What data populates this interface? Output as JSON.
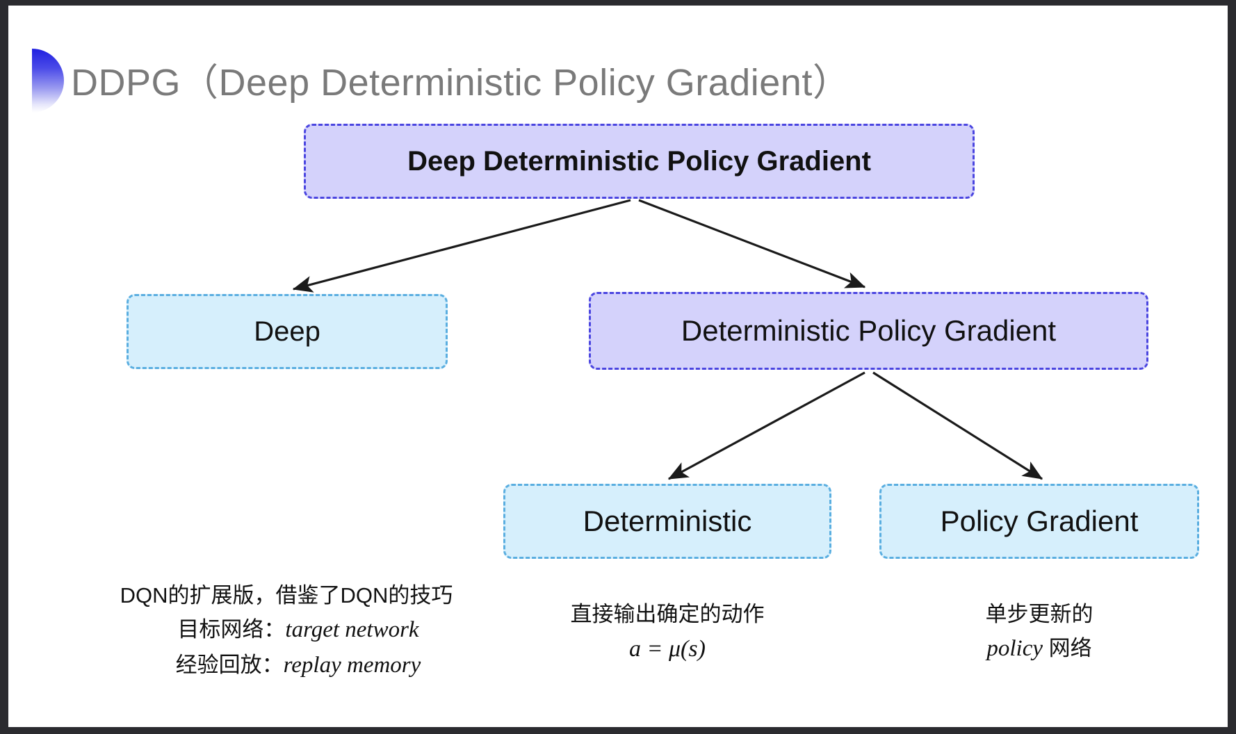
{
  "slide": {
    "title": "DDPG（Deep Deterministic Policy Gradient）",
    "accent_color": "#1f1fe0",
    "background": "#ffffff",
    "frame_color": "#2b2b2f"
  },
  "palette": {
    "purple_fill": "#d4d2fb",
    "purple_border": "#4a45e0",
    "cyan_fill": "#d6effc",
    "cyan_border": "#5aaee0",
    "arrow_color": "#1a1a1a",
    "title_color": "#7a7a7a"
  },
  "diagram": {
    "type": "tree",
    "nodes": [
      {
        "id": "root",
        "label": "Deep Deterministic Policy Gradient",
        "style": "purple",
        "level": 0
      },
      {
        "id": "deep",
        "label": "Deep",
        "style": "cyan",
        "level": 1
      },
      {
        "id": "dpg",
        "label": "Deterministic Policy Gradient",
        "style": "purple",
        "level": 1
      },
      {
        "id": "det",
        "label": "Deterministic",
        "style": "cyan",
        "level": 2
      },
      {
        "id": "pg",
        "label": "Policy Gradient",
        "style": "cyan",
        "level": 2
      }
    ],
    "edges": [
      {
        "from": "root",
        "to": "deep"
      },
      {
        "from": "root",
        "to": "dpg"
      },
      {
        "from": "dpg",
        "to": "det"
      },
      {
        "from": "dpg",
        "to": "pg"
      }
    ]
  },
  "annotations": {
    "deep": {
      "line1": "DQN的扩展版，借鉴了DQN的技巧",
      "line2_label": "目标网络：",
      "line2_term": "target network",
      "line3_label": "经验回放：",
      "line3_term": "replay memory"
    },
    "deterministic": {
      "line1": "直接输出确定的动作",
      "formula": "a = μ(s)"
    },
    "policy_gradient": {
      "line1": "单步更新的",
      "line2_term": "policy",
      "line2_suffix": " 网络"
    }
  }
}
